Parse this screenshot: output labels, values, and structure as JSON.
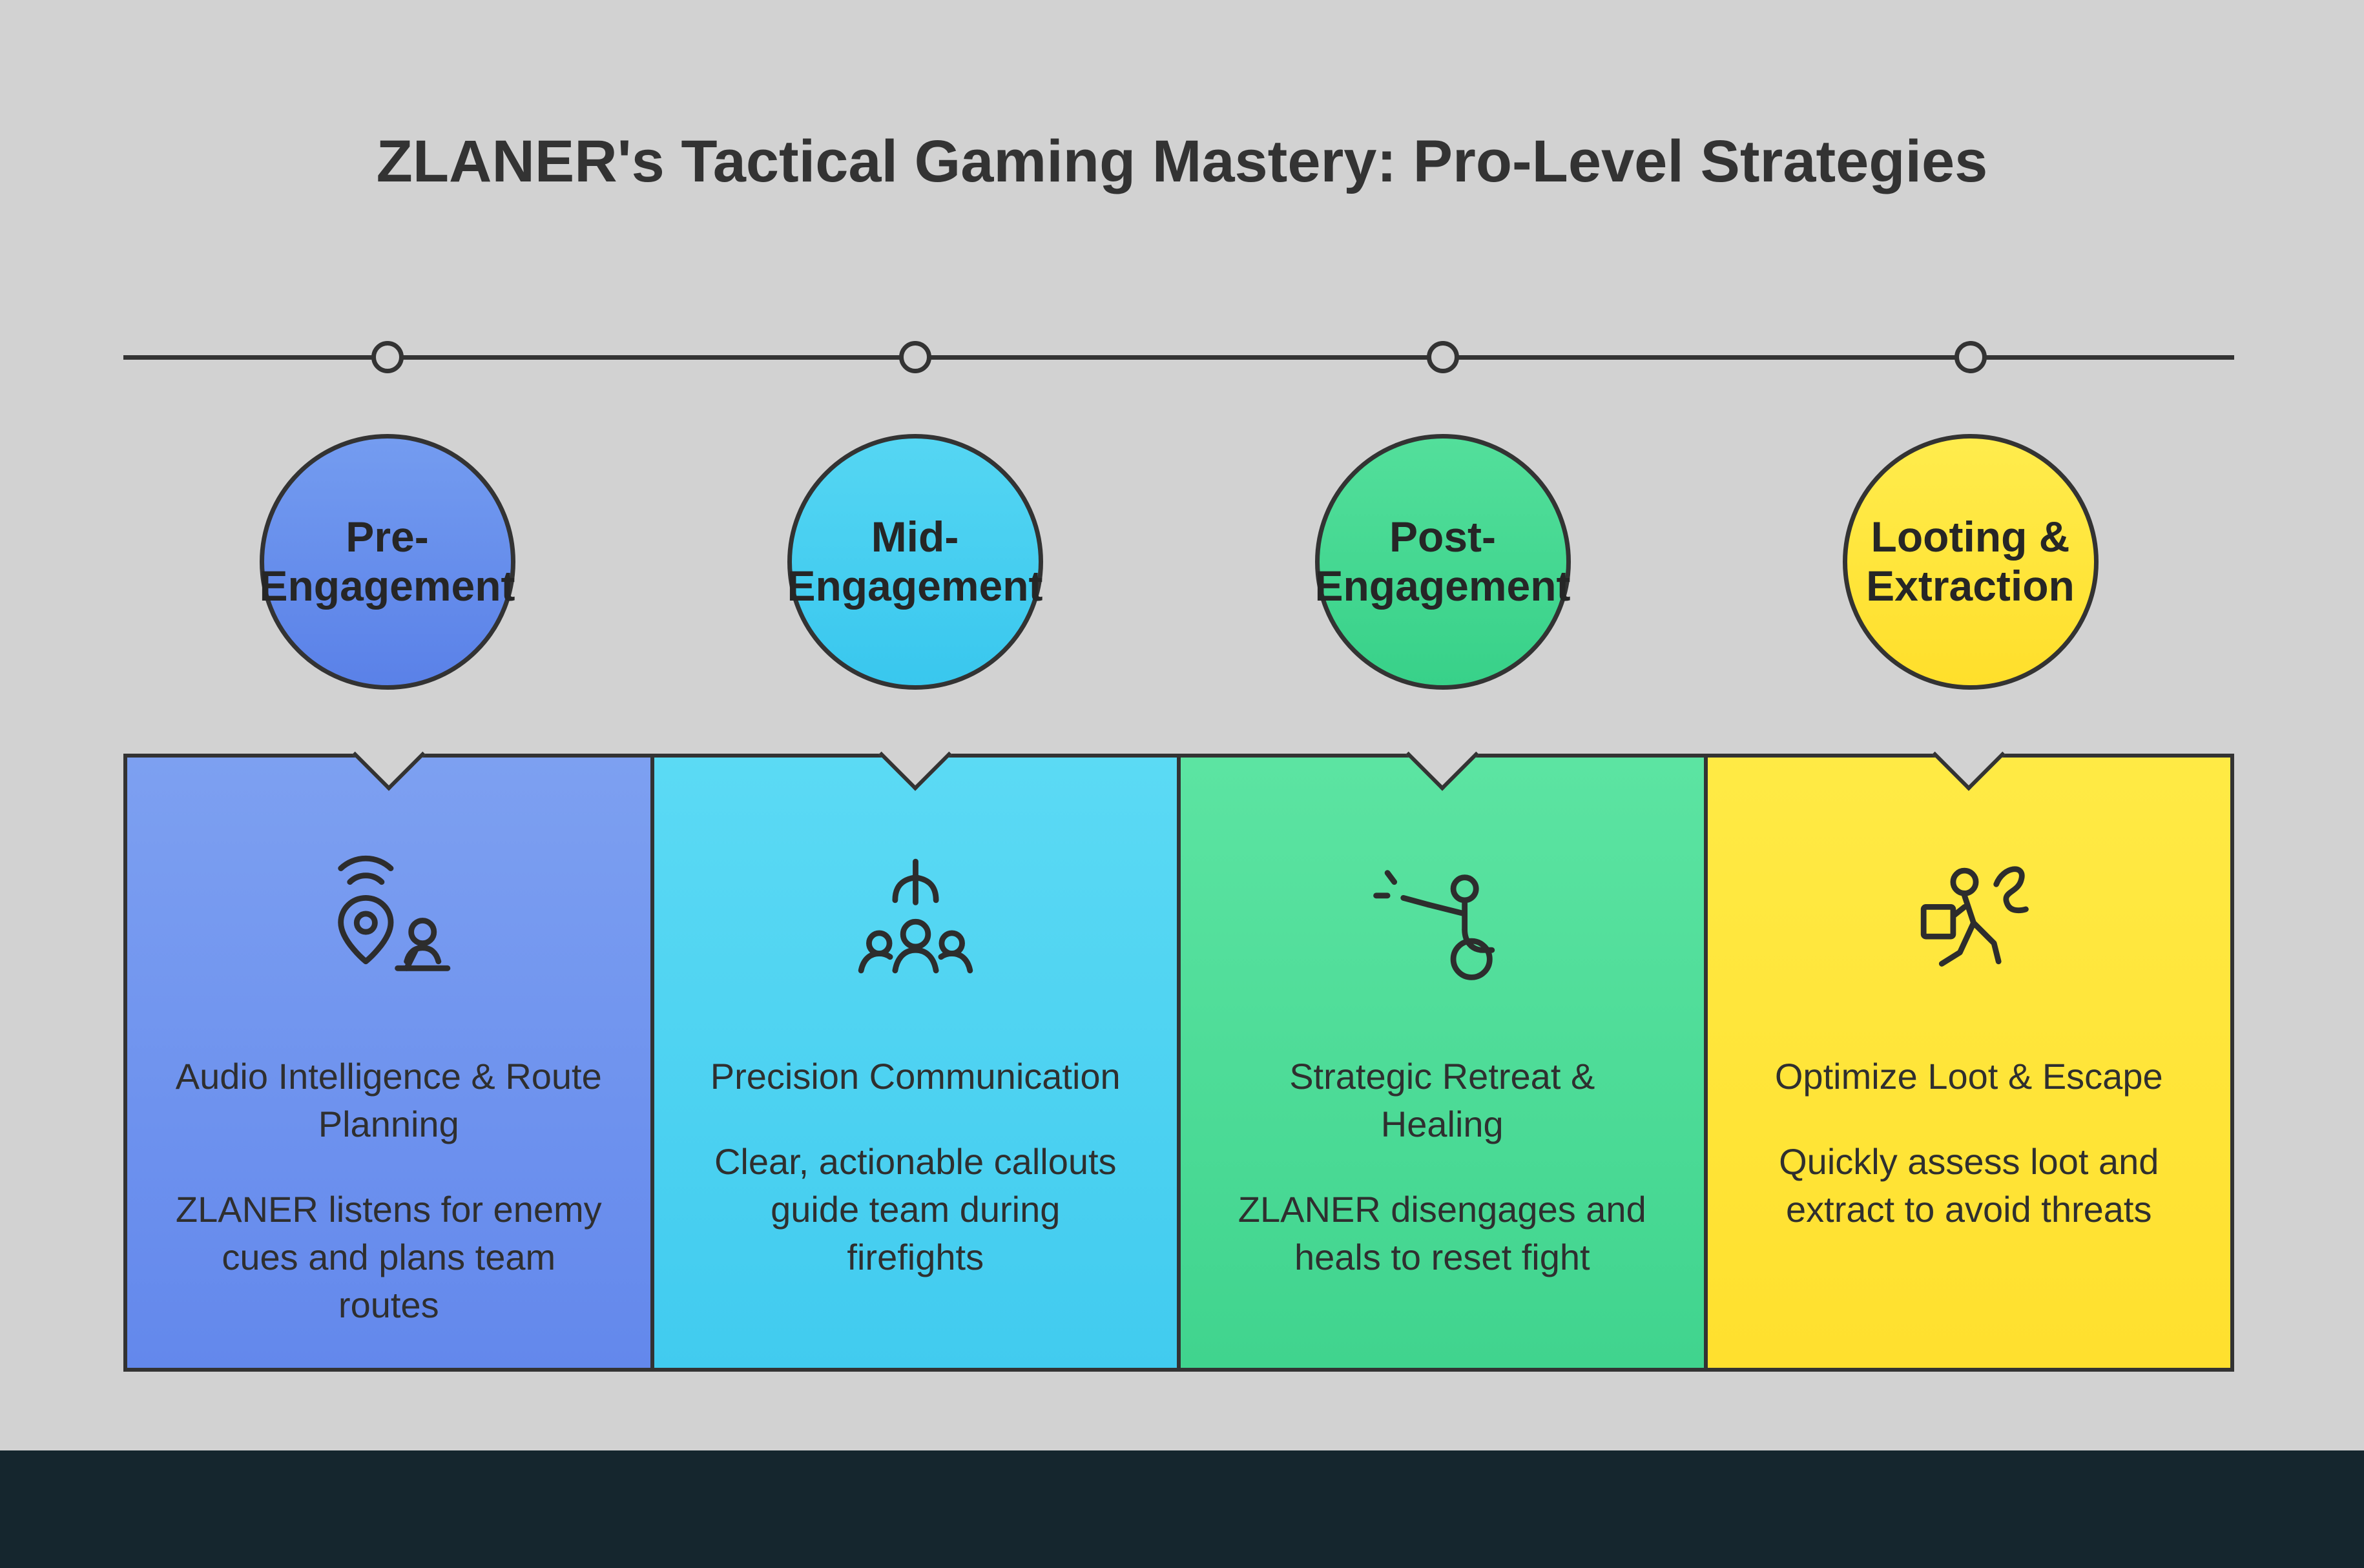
{
  "title": "ZLANER's Tactical Gaming Mastery: Pro-Level Strategies",
  "colors": {
    "bg": "#d2d2d2",
    "footer": "#15262e",
    "stroke": "#333333",
    "title_text": "#333333",
    "body_text": "#2f2f2f"
  },
  "stages": [
    {
      "name": "pre-engagement",
      "circle_line1": "Pre-",
      "circle_line2": "Engagement",
      "heading": "Audio Intelligence & Route Planning",
      "body": "ZLANER listens for enemy cues and plans team routes",
      "icon": "location-audio-route-icon",
      "colors": {
        "circle_top": "#749cf0",
        "circle_bottom": "#5a81e8",
        "card_top": "#7da0f1",
        "card_bottom": "#6388ec"
      }
    },
    {
      "name": "mid-engagement",
      "circle_line1": "Mid-",
      "circle_line2": "Engagement",
      "heading": "Precision Communication",
      "body": "Clear, actionable callouts guide team during firefights",
      "icon": "team-callout-icon",
      "colors": {
        "circle_top": "#55d6f3",
        "circle_bottom": "#39c7ee",
        "card_top": "#5bdaf4",
        "card_bottom": "#41cbef"
      }
    },
    {
      "name": "post-engagement",
      "circle_line1": "Post-",
      "circle_line2": "Engagement",
      "heading": "Strategic Retreat & Healing",
      "body": "ZLANER disengages and heals to reset fight",
      "icon": "retreat-heal-icon",
      "colors": {
        "circle_top": "#53df9b",
        "circle_bottom": "#38d189",
        "card_top": "#5ce4a2",
        "card_bottom": "#40d48e"
      }
    },
    {
      "name": "looting-extraction",
      "circle_line1": "Looting &",
      "circle_line2": "Extraction",
      "heading": "Optimize Loot & Escape",
      "body": "Quickly assess loot and extract to avoid threats",
      "icon": "loot-escape-icon",
      "colors": {
        "circle_top": "#ffec4d",
        "circle_bottom": "#ffdf2b",
        "card_top": "#ffea45",
        "card_bottom": "#ffe02e"
      }
    }
  ]
}
